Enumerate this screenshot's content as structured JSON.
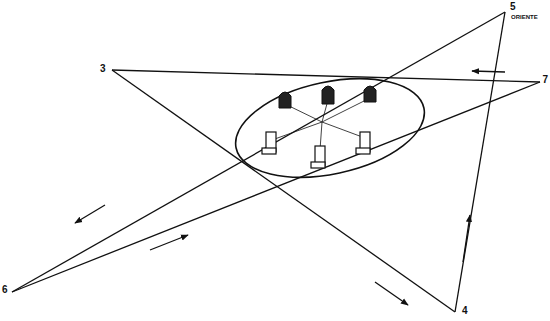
{
  "diagram": {
    "labels": [
      "3",
      "5",
      "ORIENTE",
      "7",
      "6",
      "4"
    ]
  }
}
